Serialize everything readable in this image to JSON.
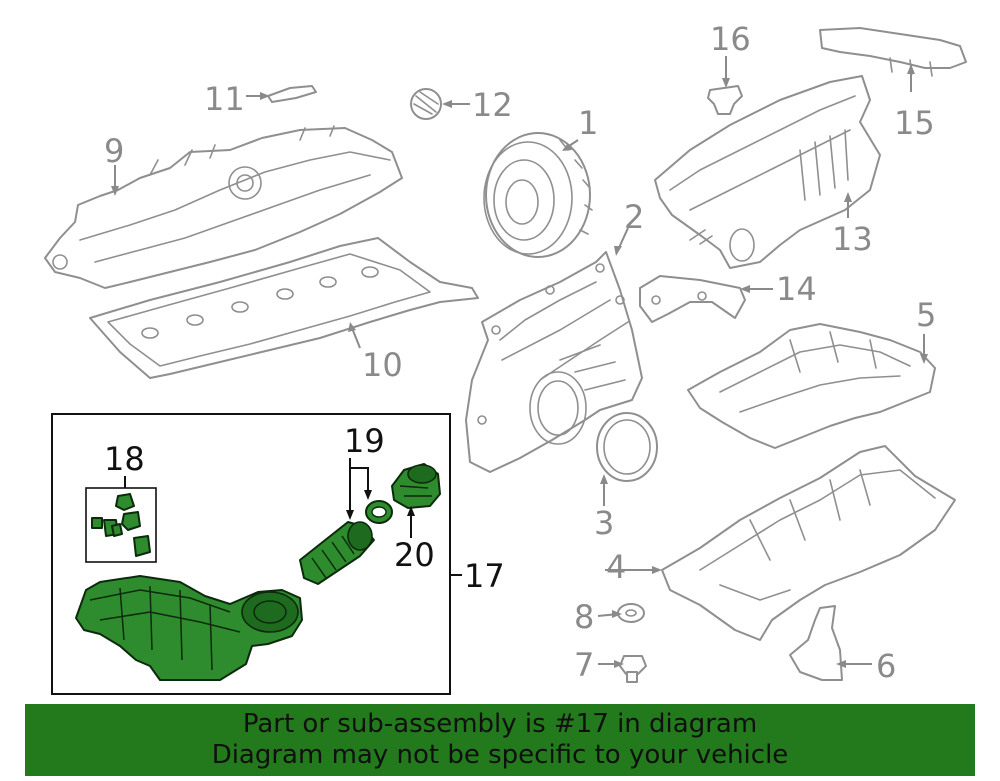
{
  "callouts": {
    "c1": "1",
    "c2": "2",
    "c3": "3",
    "c4": "4",
    "c5": "5",
    "c6": "6",
    "c7": "7",
    "c8": "8",
    "c9": "9",
    "c10": "10",
    "c11": "11",
    "c12": "12",
    "c13": "13",
    "c14": "14",
    "c15": "15",
    "c16": "16",
    "c17": "17",
    "c18": "18",
    "c19": "19",
    "c20": "20"
  },
  "banner": {
    "line1": "Part or sub-assembly is #17 in diagram",
    "line2": "Diagram may not be specific to your vehicle"
  },
  "colors": {
    "highlight": "#2e8b2e",
    "banner_bg": "#237a1c",
    "callout_gray": "#8a8a8a"
  }
}
